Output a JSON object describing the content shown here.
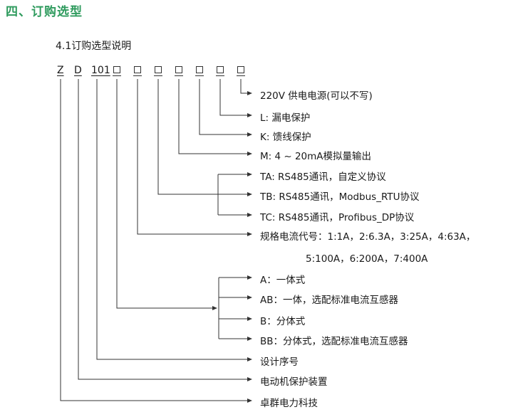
{
  "section_title": "四、订购选型",
  "subsection_title": "4.1订购选型说明",
  "code": {
    "z": "Z",
    "d": "D",
    "num": "101"
  },
  "options": {
    "power": "220V 供电电源(可以不写)",
    "leak": "L: 漏电保护",
    "feeder": "K: 馈线保护",
    "analog": "M: 4 ~ 20mA模拟量输出",
    "ta": "TA: RS485通讯，自定义协议",
    "tb": "TB: RS485通讯，Modbus_RTU协议",
    "tc": "TC: RS485通讯，Profibus_DP协议",
    "spec1": "规格电流代号：1:1A，2:6.3A，3:25A，4:63A，",
    "spec2": "5:100A，6:200A，7:400A",
    "a": "A：一体式",
    "ab": "AB：一体，选配标准电流互感器",
    "b": "B：分体式",
    "bb": "BB：分体式，选配标准电流互感器",
    "design": "设计序号",
    "device": "电动机保护装置",
    "company": "卓群电力科技"
  }
}
